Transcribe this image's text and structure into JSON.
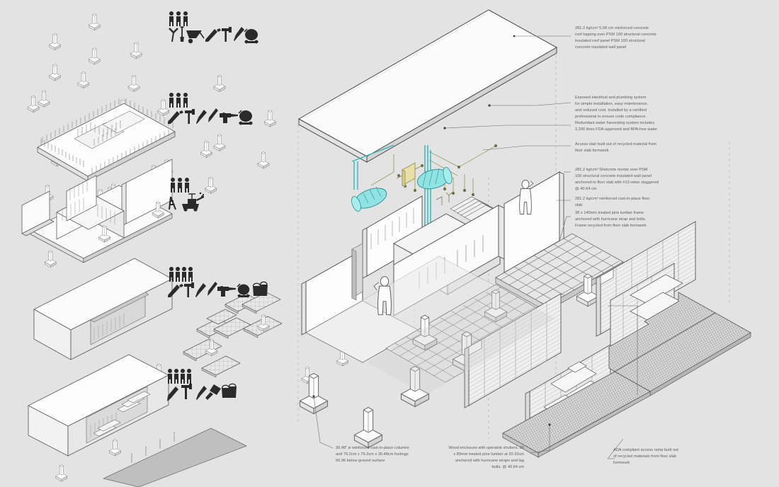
{
  "sheet": {
    "background_color": "#e3e3e3",
    "line_color": "#3c3c3c",
    "fill_light": "#fbfbfb",
    "fill_mid": "#ededed",
    "fill_shade": "#d6d6d6",
    "water_color": "#8fe3e3",
    "electrical_color": "#e8e0a8",
    "text_color": "#5d5d5d"
  },
  "annotations": {
    "roof": {
      "id": "roof-topping-note",
      "text": "281.2 kg/cm²  5.08 cm reinforced concrete\nroof topping over PSM 100 structural concrete\ninsulated roof panel PSM 100 structural\nconcrete insulated wall panel"
    },
    "mep": {
      "id": "exposed-mep-note",
      "text": "Exposed electrical and plumbing system\nfor simple installation, easy maintenance,\nand reduced cost. Installed by a certified\nprofessional to ensure code compliance."
    },
    "water": {
      "id": "water-harvesting-note",
      "text": "Redundant water harvesting system includes\n2,200 litres FDA-approved and BPA-free water"
    },
    "stair": {
      "id": "access-stair-note",
      "text": "Access stair built out of recycled material from\nfloor slab formwork"
    },
    "shotcrete": {
      "id": "shotcrete-wall-note",
      "text": "281.2 kg/cm²  Shotcrete mortar over PSM\n100 structural concrete insulated wall panel\nanchored to floor slab with #13 rebar staggered\n@  40.64 cm"
    },
    "floorslab": {
      "id": "floor-slab-note",
      "text": "281.2 kg/cm² reinforced cast-in-place floor\nslab"
    },
    "lumberframe": {
      "id": "lumber-frame-note",
      "text": "38 x 140mm treated pine lumber frame\nanchored with hurricane strap and bolts.\nFrame recycled from floor slab formwork"
    },
    "columns": {
      "id": "columns-footings-note",
      "text": "30.48\" ø reinforced cast-in-place columns\nand 76.2cm x 76.2cm x 30.48cm footings\n60.96 below ground surface"
    },
    "woodenclosure": {
      "id": "wood-enclosure-note",
      "text": "Wood enclosure with operable shutters. 30\nx 89mm treated pine lumber at  20.32cm\nanchored with hurricane straps and lag\nbolts. @ 40.64 cm"
    },
    "ramp": {
      "id": "ada-ramp-note",
      "text": "ADA compliant access ramp built out\nof recycled materials from floor slab\nformwork"
    }
  },
  "stages": [
    {
      "id": "stage-1-footings",
      "name": "footings-layout",
      "crew_count": 3,
      "icons": [
        "worker-icon",
        "worker-icon",
        "worker-icon",
        "pickaxe-icon",
        "shovel-icon",
        "wheelbarrow-icon",
        "handsaw-icon",
        "hammer-icon",
        "screwdriver-icon",
        "cement-mixer-icon"
      ]
    },
    {
      "id": "stage-2-floor-slab",
      "name": "floor-slab-rebar",
      "crew_count": 3,
      "icons": [
        "worker-icon",
        "worker-icon",
        "worker-icon",
        "handsaw-icon",
        "hammer-icon",
        "screwdriver-icon",
        "chisel-icon",
        "drill-icon",
        "cement-mixer-icon"
      ]
    },
    {
      "id": "stage-3-walls",
      "name": "wall-panel-erection",
      "crew_count": 3,
      "icons": [
        "worker-icon",
        "worker-icon",
        "worker-icon",
        "ladder-icon",
        "shotcrete-sprayer-icon"
      ]
    },
    {
      "id": "stage-4-roof-panels",
      "name": "roof-panels-and-formwork",
      "crew_count": 4,
      "icons": [
        "worker-icon",
        "worker-icon",
        "worker-icon",
        "worker-icon",
        "handsaw-icon",
        "hammer-icon",
        "screwdriver-icon",
        "chisel-icon",
        "drill-icon",
        "cement-mixer-icon",
        "paint-buckets-icon"
      ]
    },
    {
      "id": "stage-5-finishes",
      "name": "wood-screens-and-ramp",
      "crew_count": 4,
      "icons": [
        "worker-icon",
        "worker-icon",
        "worker-icon",
        "worker-icon",
        "chisel-icon",
        "hammer-icon",
        "screwdriver-icon",
        "mallet-icon",
        "paint-buckets-icon"
      ]
    }
  ],
  "main_assembly": {
    "parts": [
      {
        "id": "roof-panel",
        "name": "concrete-roof-panel"
      },
      {
        "id": "mep-system",
        "name": "plumbing-electrical-riser"
      },
      {
        "id": "water-tanks",
        "name": "water-storage-tanks",
        "count": 2
      },
      {
        "id": "access-stair",
        "name": "recycled-access-stair"
      },
      {
        "id": "core-walls",
        "name": "interior-core-walls"
      },
      {
        "id": "end-wall",
        "name": "shotcrete-end-wall"
      },
      {
        "id": "floor-slab",
        "name": "cast-in-place-floor-slab"
      },
      {
        "id": "lumber-frame",
        "name": "pine-lumber-deck-frame"
      },
      {
        "id": "columns",
        "name": "cast-in-place-columns-footings",
        "count": 8
      },
      {
        "id": "wood-screens",
        "name": "operable-shutter-screens",
        "count": 4
      },
      {
        "id": "ada-ramp",
        "name": "ada-access-ramp"
      },
      {
        "id": "figures",
        "name": "human-scale-figures",
        "count": 2
      }
    ]
  }
}
